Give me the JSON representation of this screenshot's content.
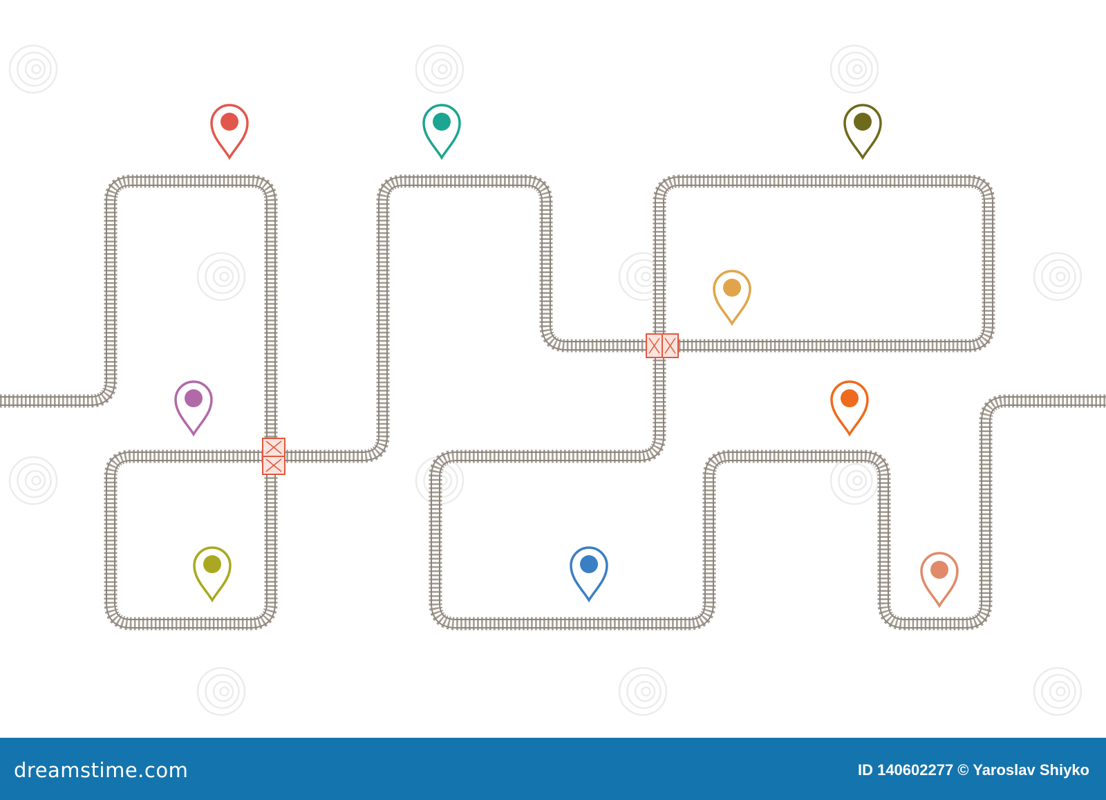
{
  "colors": {
    "background": "#ffffff",
    "rail": "#8c857d",
    "sleeper": "#a39b91",
    "crossing": "#e2573f",
    "footer": "#1474ad",
    "footer_text": "#ffffff",
    "watermark": "#ececec"
  },
  "map": {
    "track": "railroad-track",
    "crossings": [
      "level-crossing",
      "level-crossing",
      "level-crossing"
    ],
    "pins": [
      {
        "name": "red",
        "color": "#e2574c"
      },
      {
        "name": "teal",
        "color": "#1ca590"
      },
      {
        "name": "olive",
        "color": "#6e6a1c"
      },
      {
        "name": "orange-yellow",
        "color": "#e0a54a"
      },
      {
        "name": "purple",
        "color": "#b06aa8"
      },
      {
        "name": "orange",
        "color": "#ee6a1c"
      },
      {
        "name": "lime-olive",
        "color": "#aaa820"
      },
      {
        "name": "blue",
        "color": "#3a7fc4"
      },
      {
        "name": "salmon",
        "color": "#e08a6a"
      }
    ]
  },
  "footer": {
    "logo": "dreamstime.com",
    "credit": "ID 140602277 © Yaroslav Shiyko"
  }
}
